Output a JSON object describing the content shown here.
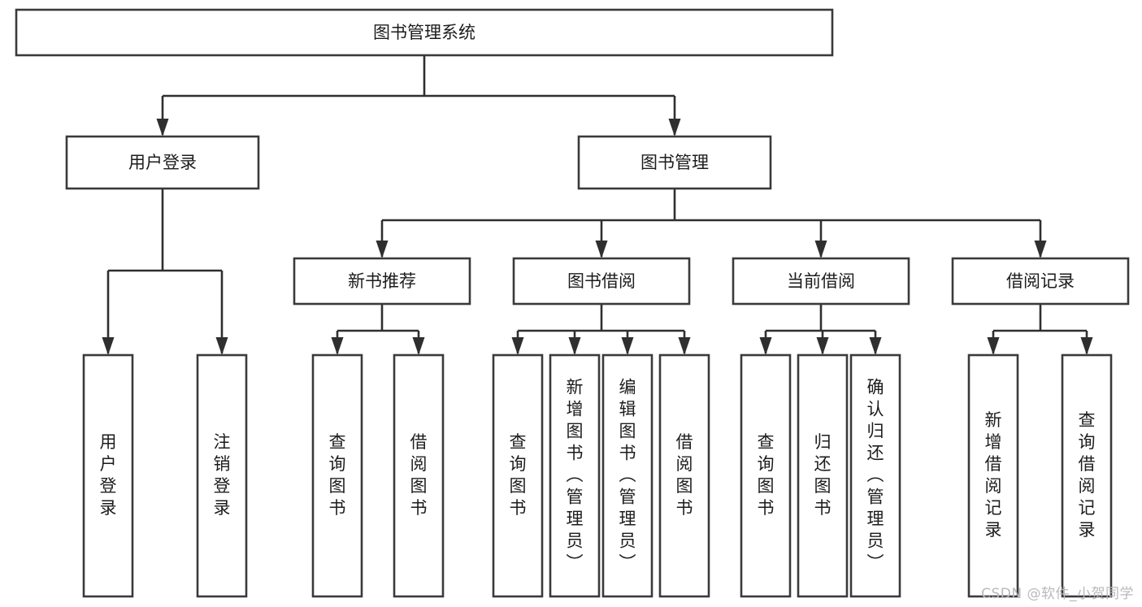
{
  "diagram": {
    "title_node": {
      "label": "图书管理系统"
    },
    "level2": [
      {
        "id": "user-login",
        "label": "用户登录"
      },
      {
        "id": "book-manage",
        "label": "图书管理"
      }
    ],
    "level3": [
      {
        "id": "new-book-recommend",
        "label": "新书推荐"
      },
      {
        "id": "book-borrow",
        "label": "图书借阅"
      },
      {
        "id": "current-borrow",
        "label": "当前借阅"
      },
      {
        "id": "borrow-record",
        "label": "借阅记录"
      }
    ],
    "leaves": {
      "user-login": [
        {
          "id": "leaf-user-login",
          "label": "用户登录"
        },
        {
          "id": "leaf-user-logout",
          "label": "注销登录"
        }
      ],
      "new-book-recommend": [
        {
          "id": "leaf-query-book-1",
          "label": "查询图书"
        },
        {
          "id": "leaf-borrow-book-1",
          "label": "借阅图书"
        }
      ],
      "book-borrow": [
        {
          "id": "leaf-query-book-2",
          "label": "查询图书"
        },
        {
          "id": "leaf-add-book",
          "label": "新增图书（管理员）"
        },
        {
          "id": "leaf-edit-book",
          "label": "编辑图书（管理员）"
        },
        {
          "id": "leaf-borrow-book-2",
          "label": "借阅图书"
        }
      ],
      "current-borrow": [
        {
          "id": "leaf-query-book-3",
          "label": "查询图书"
        },
        {
          "id": "leaf-return-book",
          "label": "归还图书"
        },
        {
          "id": "leaf-confirm-return",
          "label": "确认归还（管理员）"
        }
      ],
      "borrow-record": [
        {
          "id": "leaf-add-borrow-record",
          "label": "新增借阅记录"
        },
        {
          "id": "leaf-query-borrow-record",
          "label": "查询借阅记录"
        }
      ]
    },
    "colors": {
      "box_stroke": "#3a3a3a",
      "connector": "#2f2f2f",
      "box_fill": "#ffffff",
      "text": "#1c1c1c",
      "background": "#ffffff",
      "watermark": "#b9b9b9"
    }
  },
  "watermark": {
    "text": "CSDN @软件_小贺同学"
  }
}
